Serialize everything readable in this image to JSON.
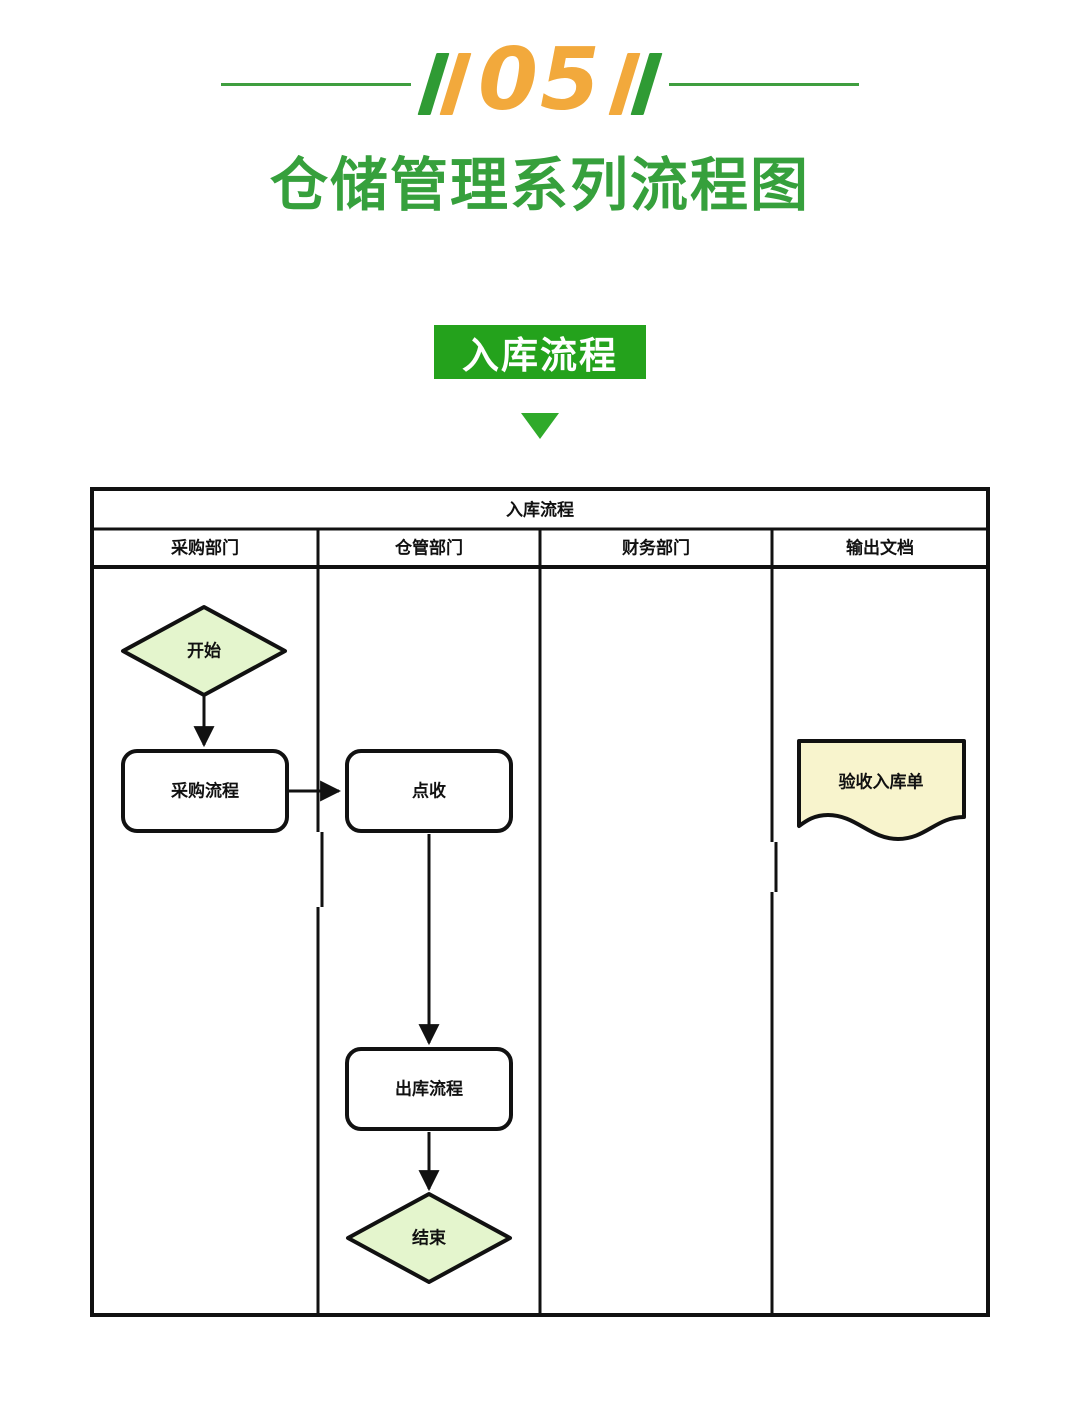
{
  "header": {
    "section_number": "05",
    "title": "仓储管理系列流程图",
    "accent_green": "#36a03c",
    "accent_orange": "#f2a93c"
  },
  "section": {
    "badge_label": "入库流程",
    "badge_color": "#24a21c",
    "caret_color": "#2faa2a"
  },
  "chart_data": {
    "type": "diagram",
    "diagram_kind": "swimlane-flowchart",
    "title": "入库流程",
    "lanes": [
      {
        "label": "采购部门"
      },
      {
        "label": "仓管部门"
      },
      {
        "label": "财务部门"
      },
      {
        "label": "输出文档"
      }
    ],
    "nodes": [
      {
        "id": "start",
        "label": "开始",
        "shape": "diamond",
        "lane": "采购部门",
        "fill": "#e4f5cd"
      },
      {
        "id": "purchase",
        "label": "采购流程",
        "shape": "rounded",
        "lane": "采购部门",
        "fill": "#ffffff"
      },
      {
        "id": "receive",
        "label": "点收",
        "shape": "rounded",
        "lane": "仓管部门",
        "fill": "#ffffff"
      },
      {
        "id": "outbound",
        "label": "出库流程",
        "shape": "rounded",
        "lane": "仓管部门",
        "fill": "#ffffff"
      },
      {
        "id": "end",
        "label": "结束",
        "shape": "diamond",
        "lane": "仓管部门",
        "fill": "#e4f5cd"
      },
      {
        "id": "doc",
        "label": "验收入库单",
        "shape": "document",
        "lane": "输出文档",
        "fill": "#f8f4cd"
      }
    ],
    "edges": [
      {
        "from": "start",
        "to": "purchase",
        "direction": "down",
        "label": ""
      },
      {
        "from": "purchase",
        "to": "receive",
        "direction": "right",
        "label": ""
      },
      {
        "from": "receive",
        "to": "outbound",
        "direction": "down",
        "label": ""
      },
      {
        "from": "outbound",
        "to": "end",
        "direction": "down",
        "label": ""
      }
    ]
  }
}
